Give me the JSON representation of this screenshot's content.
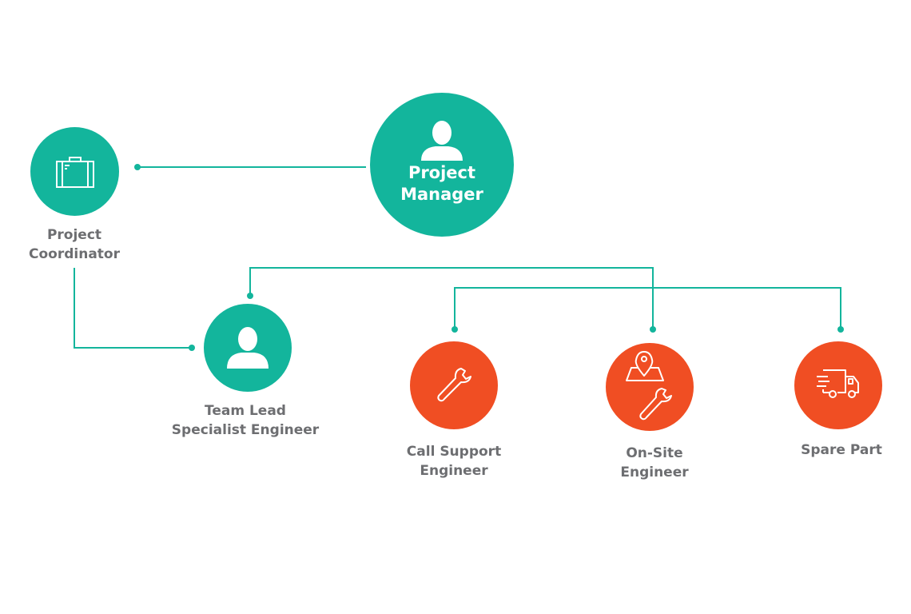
{
  "colors": {
    "primary": "#13b59c",
    "accent": "#f04e23",
    "text": "#6d6e71"
  },
  "nodes": {
    "project_manager": {
      "line1": "Project",
      "line2": "Manager",
      "icon": "person-icon"
    },
    "project_coordinator": {
      "line1": "Project",
      "line2": "Coordinator",
      "icon": "briefcase-icon"
    },
    "team_lead": {
      "line1": "Team Lead",
      "line2": "Specialist Engineer",
      "icon": "person-icon"
    },
    "call_support": {
      "line1": "Call Support",
      "line2": "Engineer",
      "icon": "wrench-icon"
    },
    "on_site": {
      "line1": "On-Site",
      "line2": "Engineer",
      "icon": "map-pin-wrench-icon"
    },
    "spare_part": {
      "line1": "Spare Part",
      "icon": "delivery-truck-icon"
    }
  }
}
